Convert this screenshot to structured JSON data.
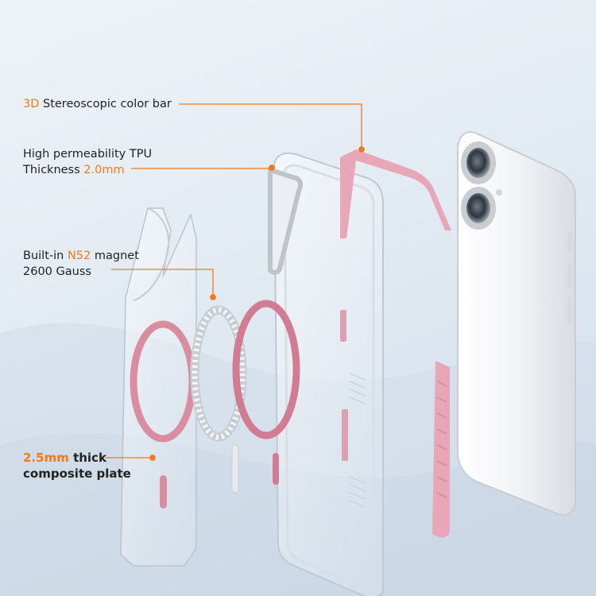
{
  "annotations": [
    {
      "highlight": "3D",
      "text": " Stereoscopic color bar"
    },
    {
      "line1": "High permeability TPU",
      "line2_prefix": "Thickness ",
      "line2_highlight": "2.0mm"
    },
    {
      "line1_prefix": "Built-in ",
      "line1_highlight": "N52",
      "line1_suffix": " magnet",
      "line2": "2600 Gauss"
    },
    {
      "line1_highlight": "2.5mm",
      "line1_suffix": " thick",
      "line2": "composite plate"
    }
  ],
  "colors": {
    "accent_orange": "#f07a1a",
    "magsafe_pink": "#d98ea0",
    "bumper_pink": "#e7a7b6",
    "phone_white": "#f3f4f6",
    "lens_silver": "#c9ccd2"
  },
  "icons": [
    "phone-camera-lens",
    "magnetic-ring",
    "color-bar"
  ]
}
